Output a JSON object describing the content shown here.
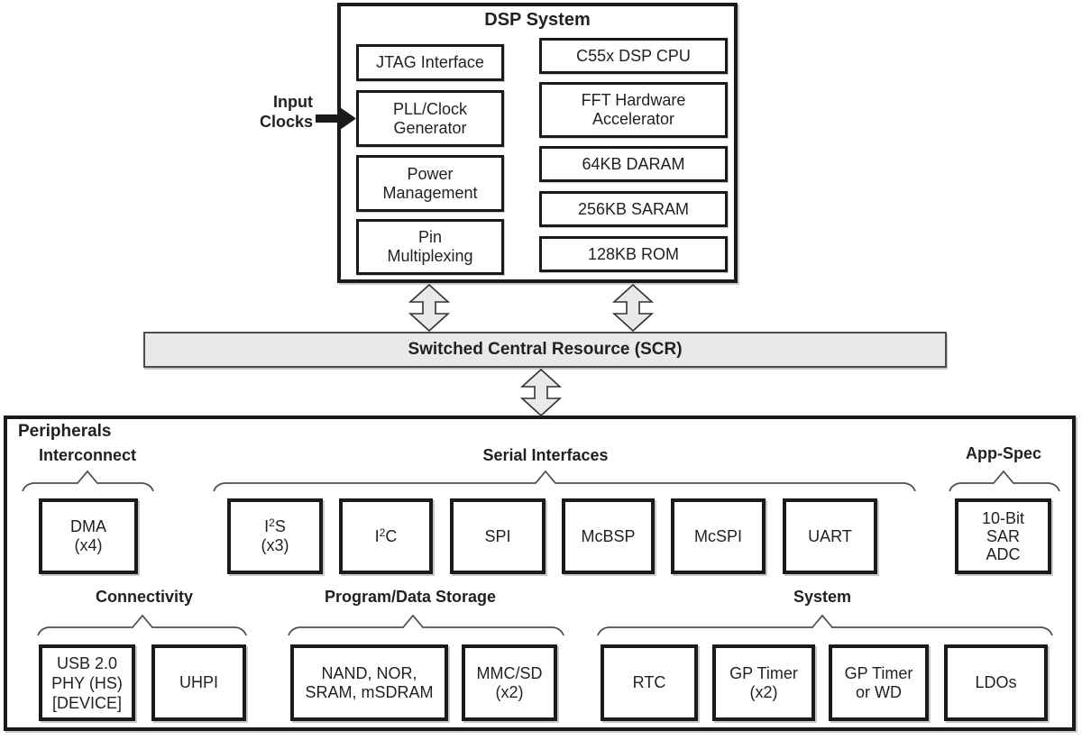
{
  "colors": {
    "box_border": "#1a1a1a",
    "scr_fill": "#e9e9e9",
    "arrow_fill": "#e9e9e9",
    "brace_stroke": "#4d4d4d",
    "text": "#231f20"
  },
  "input_clocks": {
    "line1": "Input",
    "line2": "Clocks"
  },
  "dsp": {
    "title": "DSP System",
    "jtag": "JTAG Interface",
    "pll": {
      "line1": "PLL/Clock",
      "line2": "Generator"
    },
    "power": {
      "line1": "Power",
      "line2": "Management"
    },
    "pinmux": {
      "line1": "Pin",
      "line2": "Multiplexing"
    },
    "cpu": "C55x DSP CPU",
    "fft": {
      "line1": "FFT Hardware",
      "line2": "Accelerator"
    },
    "daram": "64KB DARAM",
    "saram": "256KB SARAM",
    "rom": "128KB ROM"
  },
  "scr": {
    "label": "Switched Central Resource (SCR)"
  },
  "peripherals": {
    "title": "Peripherals",
    "groups": {
      "interconnect": "Interconnect",
      "serial": "Serial Interfaces",
      "appspec": "App-Spec",
      "connectivity": "Connectivity",
      "storage": "Program/Data Storage",
      "system": "System"
    },
    "boxes": {
      "dma": {
        "line1": "DMA",
        "line2": "(x4)"
      },
      "i2s": {
        "pre": "I",
        "sup": "2",
        "post": "S",
        "line2": "(x3)"
      },
      "i2c": {
        "pre": "I",
        "sup": "2",
        "post": "C"
      },
      "spi": "SPI",
      "mcbsp": "McBSP",
      "mcspi": "McSPI",
      "uart": "UART",
      "adc": {
        "line1": "10-Bit",
        "line2": "SAR",
        "line3": "ADC"
      },
      "usb": {
        "line1": "USB 2.0",
        "line2": "PHY (HS)",
        "line3": "[DEVICE]"
      },
      "uhpi": "UHPI",
      "nand": {
        "line1": "NAND, NOR,",
        "line2": "SRAM, mSDRAM"
      },
      "mmcsd": {
        "line1": "MMC/SD",
        "line2": "(x2)"
      },
      "rtc": "RTC",
      "gptimer": {
        "line1": "GP Timer",
        "line2": "(x2)"
      },
      "gptwd": {
        "line1": "GP Timer",
        "line2": "or WD"
      },
      "ldos": "LDOs"
    }
  }
}
